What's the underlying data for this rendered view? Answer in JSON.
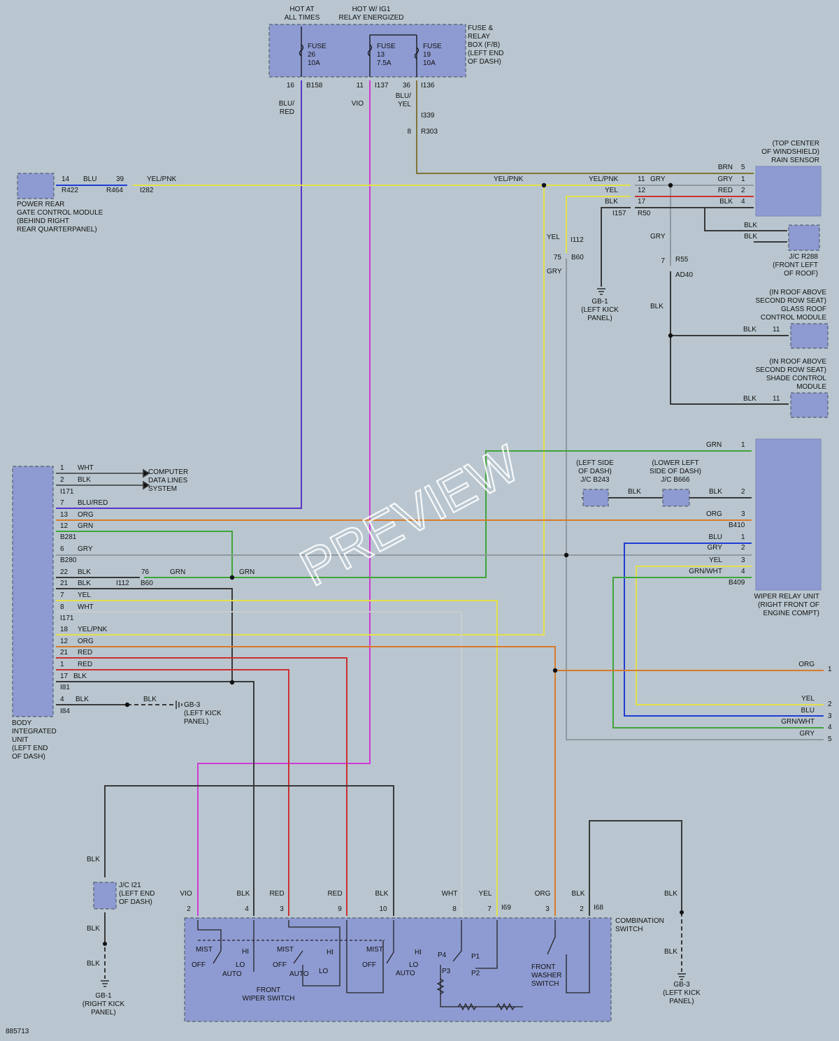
{
  "colors": {
    "background": "#b9c6cf",
    "component_fill": "#8e9bd2",
    "BLU": "#1f3cd6",
    "VIO": "#d03ad2",
    "ORG": "#d97a2a",
    "GRN": "#3fa43a",
    "YEL": "#e4e04a",
    "RED": "#cc2f2f",
    "GRY": "#8f99a1",
    "BLK": "#383838",
    "BRN": "#6f6022",
    "BLU_RED": "#5a34c8"
  },
  "watermark": "PREVIEW",
  "diagram_id": "885713",
  "fuse_box": {
    "hot_at_all_times": [
      "HOT AT",
      "ALL TIMES"
    ],
    "hot_w_ig1": [
      "HOT W/ IG1",
      "RELAY ENERGIZED"
    ],
    "label": [
      "FUSE &",
      "RELAY",
      "BOX (F/B)",
      "(LEFT END",
      "OF DASH)"
    ],
    "fuses": [
      {
        "lines": [
          "FUSE",
          "26",
          "10A"
        ],
        "pin": "16",
        "conn": "B158"
      },
      {
        "lines": [
          "FUSE",
          "13",
          "7.5A"
        ],
        "pin": "11",
        "conn": "I137"
      },
      {
        "lines": [
          "FUSE",
          "19",
          "10A"
        ],
        "pin": "36",
        "conn": "I136"
      }
    ]
  },
  "wire_labels": {
    "blu_red": [
      "BLU/",
      "RED"
    ],
    "vio": "VIO",
    "blu_yel": [
      "BLU/",
      "YEL"
    ],
    "i339": "I339",
    "pin8": "8",
    "r303": "R303"
  },
  "rear_gate": {
    "label": [
      "POWER REAR",
      "GATE CONTROL MODULE",
      "(BEHIND RIGHT",
      "REAR QUARTERPANEL)"
    ],
    "pin": "14",
    "wire": "BLU",
    "conn": "R422",
    "pin2": "39",
    "conn2": "R464",
    "wire2": "YEL/PNK",
    "conn3": "I282"
  },
  "rain_sensor": {
    "label": [
      "(TOP CENTER",
      "OF WINDSHIELD)",
      "RAIN SENSOR"
    ],
    "pins": [
      {
        "wire": "BRN",
        "pin": "5"
      },
      {
        "wire": "GRY",
        "pin": "1"
      },
      {
        "wire": "RED",
        "pin": "2"
      },
      {
        "wire": "BLK",
        "pin": "4"
      }
    ],
    "blk1": "BLK",
    "blk2": "BLK"
  },
  "top_conn": {
    "yelpnk_mid": "YEL/PNK",
    "yelpnk": "YEL/PNK",
    "p11": "11",
    "gry": "GRY",
    "yel": "YEL",
    "p12": "12",
    "blk": "BLK",
    "p17": "17",
    "i157": "I157",
    "r50": "R50",
    "gry2": "GRY",
    "p7": "7",
    "r55": "R55",
    "ad40": "AD40",
    "blk2": "BLK"
  },
  "jc_r288": {
    "label": [
      "J/C R288",
      "(FRONT LEFT",
      "OF ROOF)"
    ]
  },
  "yel_drop": {
    "yel": "YEL",
    "i112": "I112",
    "p75": "75",
    "b60": "B60",
    "gry": "GRY"
  },
  "gb1_top": {
    "label": [
      "GB-1",
      "(LEFT KICK",
      "PANEL)"
    ]
  },
  "glass_roof": {
    "label": [
      "(IN ROOF ABOVE",
      "SECOND ROW SEAT)",
      "GLASS ROOF",
      "CONTROL MODULE"
    ],
    "wire": "BLK",
    "pin": "11"
  },
  "shade": {
    "label": [
      "(IN ROOF ABOVE",
      "SECOND ROW SEAT)",
      "SHADE CONTROL",
      "MODULE"
    ],
    "wire": "BLK",
    "pin": "11"
  },
  "wiper_relay": {
    "label": [
      "WIPER RELAY UNIT",
      "(RIGHT FRONT OF",
      "ENGINE COMPT)"
    ],
    "grn": "GRN",
    "p1": "1",
    "blk": "BLK",
    "p2": "2",
    "org": "ORG",
    "p3": "3",
    "b410": "B410",
    "pins_b": [
      {
        "wire": "BLU",
        "pin": "1"
      },
      {
        "wire": "GRY",
        "pin": "2"
      },
      {
        "wire": "YEL",
        "pin": "3"
      },
      {
        "wire": "GRN/WHT",
        "pin": "4"
      }
    ],
    "b409": "B409"
  },
  "jc_b243": {
    "label": [
      "(LEFT SIDE",
      "OF DASH)",
      "J/C B243"
    ],
    "wire": "BLK"
  },
  "jc_b666": {
    "label": [
      "(LOWER LEFT",
      "SIDE OF DASH)",
      "J/C B666"
    ]
  },
  "computer": {
    "label": [
      "COMPUTER",
      "DATA LINES",
      "SYSTEM"
    ]
  },
  "biu": {
    "label": [
      "BODY",
      "INTEGRATED",
      "UNIT",
      "(LEFT END",
      "OF DASH)"
    ],
    "rows": [
      {
        "pin": "1",
        "wire": "WHT"
      },
      {
        "pin": "2",
        "wire": "BLK"
      },
      {
        "conn": "I171"
      },
      {
        "pin": "7",
        "wire": "BLU/RED"
      },
      {
        "pin": "13",
        "wire": "ORG"
      },
      {
        "pin": "12",
        "wire": "GRN"
      },
      {
        "conn": "B281"
      },
      {
        "pin": "6",
        "wire": "GRY"
      },
      {
        "conn": "B280"
      },
      {
        "pin": "22",
        "wire": "BLK"
      },
      {
        "pin": "21",
        "wire": "BLK"
      },
      {
        "pin": "7",
        "wire": "YEL"
      },
      {
        "pin": "8",
        "wire": "WHT"
      },
      {
        "conn": "I171"
      },
      {
        "pin": "18",
        "wire": "YEL/PNK"
      },
      {
        "pin": "12",
        "wire": "ORG"
      },
      {
        "pin": "21",
        "wire": "RED"
      },
      {
        "pin": "1",
        "wire": "RED"
      },
      {
        "pin": "17",
        "wire": "BLK"
      },
      {
        "conn": "I81"
      },
      {
        "pin": "4",
        "wire": "BLK"
      },
      {
        "conn": "I84"
      }
    ],
    "p76": "76",
    "grn": "GRN",
    "i112": "I112",
    "b60": "B60",
    "grn2": "GRN",
    "blk_g": "BLK",
    "gb3_label": [
      "GB-3",
      "(LEFT KICK",
      "PANEL)"
    ]
  },
  "right_out": {
    "org": "ORG",
    "p1": "1",
    "yel": "YEL",
    "p2": "2",
    "blu": "BLU",
    "p3": "3",
    "grnwht": "GRN/WHT",
    "p4": "4",
    "gry": "GRY",
    "p5": "5"
  },
  "jc_i21": {
    "label": [
      "J/C I21",
      "(LEFT END",
      "OF DASH)"
    ],
    "blk1": "BLK",
    "blk2": "BLK",
    "blk3": "BLK"
  },
  "gb1_bottom": {
    "label": [
      "GB-1",
      "(RIGHT KICK",
      "PANEL)"
    ]
  },
  "gb3_bottom": {
    "label": [
      "GB-3",
      "(LEFT KICK",
      "PANEL)"
    ],
    "blk1": "BLK",
    "blk2": "BLK"
  },
  "combination": {
    "label": [
      "COMBINATION",
      "SWITCH"
    ],
    "pins": [
      {
        "wire": "VIO",
        "pin": "2"
      },
      {
        "wire": "BLK",
        "pin": "4"
      },
      {
        "wire": "RED",
        "pin": "3"
      },
      {
        "wire": "RED",
        "pin": "9"
      },
      {
        "wire": "BLK",
        "pin": "10"
      },
      {
        "wire": "WHT",
        "pin": "8"
      },
      {
        "wire": "YEL",
        "pin": "7"
      },
      {
        "wire": "ORG",
        "pin": "3"
      },
      {
        "wire": "BLK",
        "pin": "2"
      }
    ],
    "i69": "I69",
    "i68": "I68",
    "front_wiper": [
      "FRONT",
      "WIPER SWITCH"
    ],
    "washer": [
      "FRONT",
      "WASHER",
      "SWITCH"
    ],
    "sw1": {
      "mist": "MIST",
      "hi": "HI",
      "off": "OFF",
      "lo": "LO",
      "auto": "AUTO"
    },
    "sw2": {
      "mist": "MIST",
      "hi": "HI",
      "off": "OFF",
      "lo": "LO",
      "auto": "AUTO"
    },
    "sw3": {
      "mist": "MIST",
      "hi": "HI",
      "off": "OFF",
      "lo": "LO",
      "auto": "AUTO"
    },
    "p4": "P4",
    "p1": "P1",
    "p3": "P3",
    "p2": "P2"
  }
}
